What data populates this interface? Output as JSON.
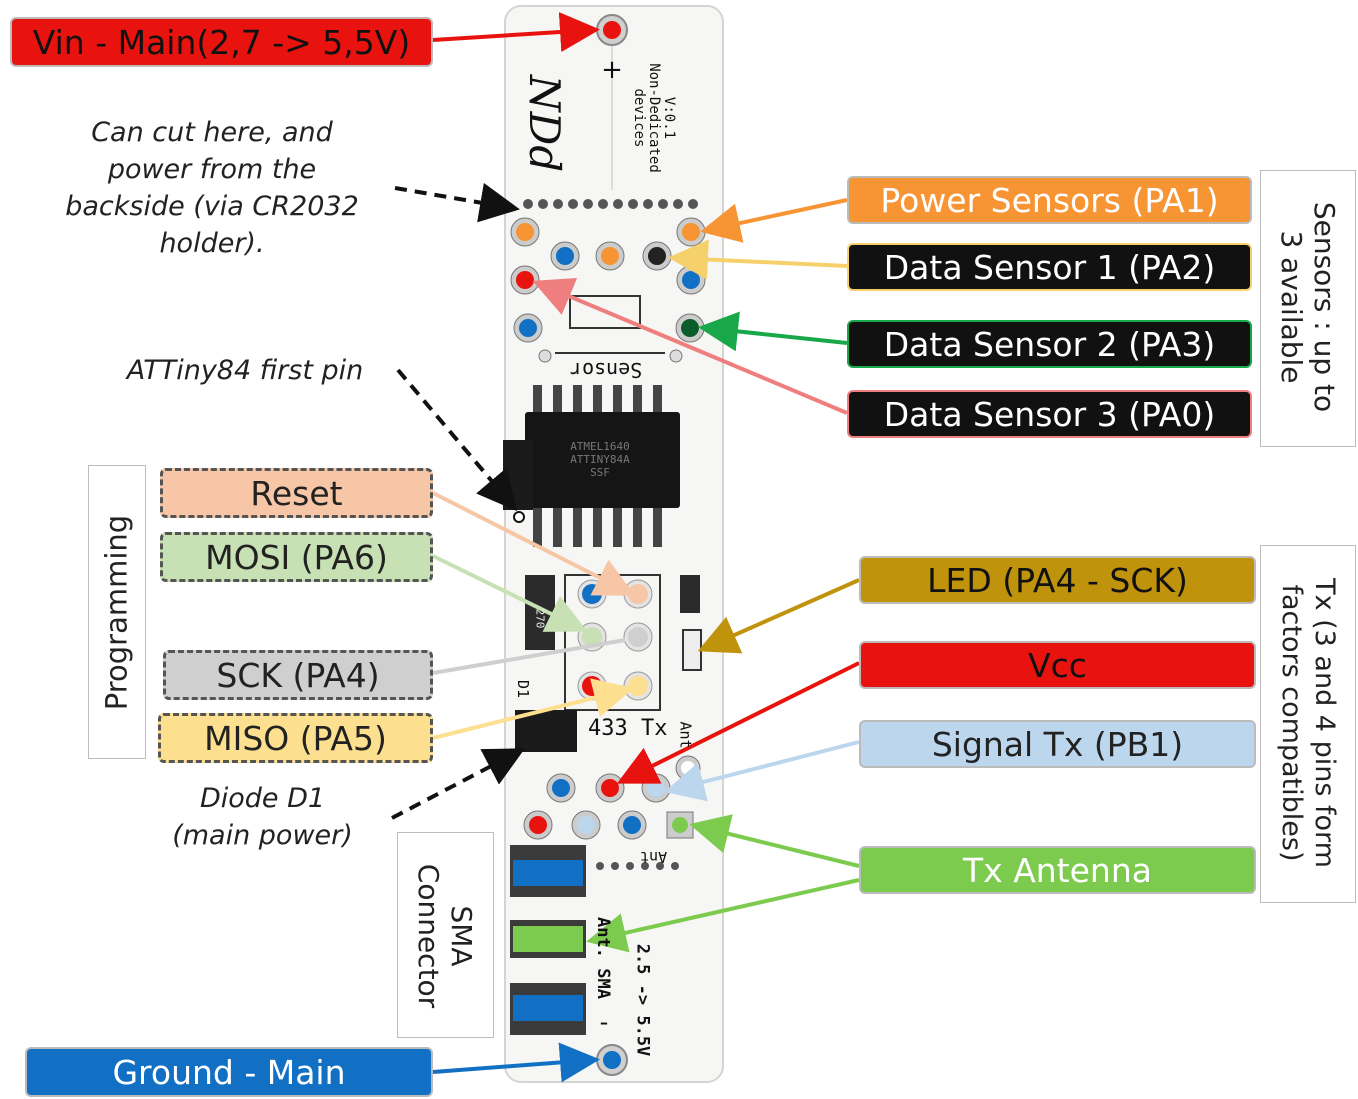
{
  "labels": {
    "vin": "Vin - Main(2,7 -> 5,5V)",
    "power_sensors": "Power Sensors (PA1)",
    "data_sensor_1": "Data Sensor 1 (PA2)",
    "data_sensor_2": "Data Sensor 2 (PA3)",
    "data_sensor_3": "Data Sensor 3 (PA0)",
    "reset": "Reset",
    "mosi": "MOSI (PA6)",
    "sck": "SCK (PA4)",
    "miso": "MISO (PA5)",
    "led": "LED (PA4 - SCK)",
    "vcc": "Vcc",
    "signal_tx": "Signal Tx (PB1)",
    "tx_antenna": "Tx Antenna",
    "ground": "Ground - Main"
  },
  "notes": {
    "cut_here": [
      "Can cut here, and",
      "power from the",
      "backside (via CR2032",
      "holder)."
    ],
    "attiny_first_pin": "ATTiny84 first pin",
    "diode": [
      "Diode D1",
      "(main power)"
    ]
  },
  "groups": {
    "sensors": [
      "Sensors : up to",
      "3 available"
    ],
    "programming": "Programming",
    "tx": [
      "Tx (3 and 4 pins form",
      "factors compatibles)"
    ],
    "sma": [
      "SMA",
      "Connector"
    ]
  },
  "board": {
    "version": [
      "V:0.1",
      "Non-Dedicated",
      "devices"
    ],
    "logo": "NDd",
    "sensor": "Sensor",
    "chip": [
      "ATMEL1640",
      "ATTINY84A",
      "SSF"
    ],
    "tx_module": "433 Tx",
    "ant": "Ant",
    "ant_sma": "Ant. SMA",
    "voltage": "2.5 -> 5.5V",
    "diode_mark": "D1",
    "resistor": "270"
  },
  "colors": {
    "vin": "#e8130f",
    "power_sensors": "#f79433",
    "data_sensor_1_arrow": "#f6d06b",
    "data_sensor_2_arrow": "#18a84a",
    "data_sensor_3_arrow": "#ef7f7f",
    "reset": "#f6c6a6",
    "mosi": "#c7e0b4",
    "sck": "#cfcfcf",
    "miso": "#fde08f",
    "led": "#c0930c",
    "vcc": "#e8130f",
    "signal_tx": "#bcd6ee",
    "tx_antenna": "#7dcb4e",
    "ground": "#1170c4"
  }
}
